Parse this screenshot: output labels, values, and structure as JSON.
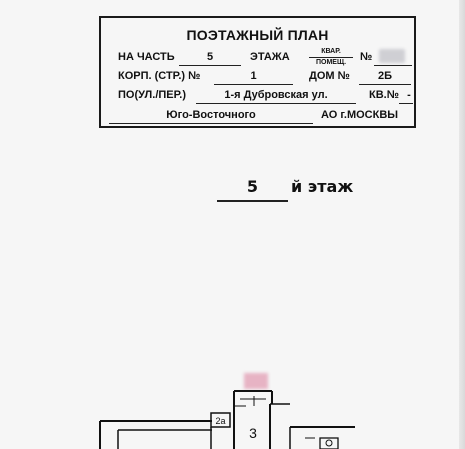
{
  "stamp": {
    "title": "ПОЭТАЖНЫЙ ПЛАН",
    "part_label": "НА ЧАСТЬ",
    "part_value": "5",
    "floor_label": "ЭТАЖА",
    "fraction_top": "КВАР.",
    "fraction_bottom": "ПОМЕЩ.",
    "number_label": "№",
    "building_label": "КОРП. (СТР.) №",
    "building_value": "1",
    "house_label": "ДОМ №",
    "house_value": "2Б",
    "street_label": "ПО(УЛ./ПЕР.)",
    "street_value": "1-я Дубровская ул.",
    "flat_label": "КВ.№",
    "flat_value": "-",
    "district_value": "Юго-Восточного",
    "city_text": "АО г.МОСКВЫ"
  },
  "floor_heading": {
    "number": "5",
    "label": "й этаж"
  },
  "plan": {
    "rooms": [
      {
        "label": "2а"
      },
      {
        "label": "3"
      }
    ]
  }
}
